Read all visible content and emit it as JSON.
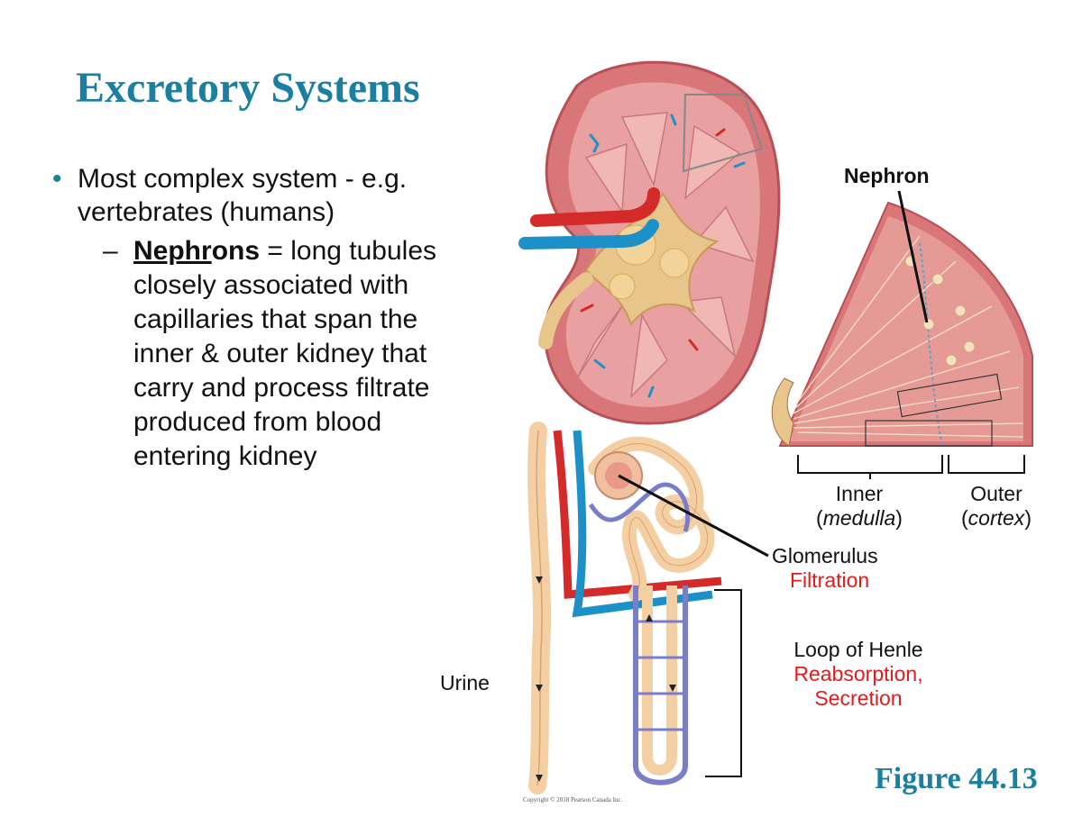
{
  "slide": {
    "title": "Excretory Systems",
    "bullet1": {
      "marker": "•",
      "lines": [
        "Most complex system - e.g.",
        "vertebrates (humans)"
      ]
    },
    "bullet2": {
      "marker": "–",
      "term_underlined": "Nephr",
      "term_rest": "ons",
      "lines": [
        " = long tubules",
        "closely associated with",
        "capillaries that span the",
        "inner & outer kidney that",
        "carry and process filtrate",
        "produced from blood",
        "entering kidney"
      ]
    },
    "figure_label": "Figure 44.13"
  },
  "diagram": {
    "nephron_label": "Nephron",
    "inner_label": "Inner",
    "inner_sub": "medulla",
    "outer_label": "Outer",
    "outer_sub": "cortex",
    "glomerulus_label": "Glomerulus",
    "glomerulus_function": "Filtration",
    "loop_label": "Loop of Henle",
    "loop_function_1": "Reabsorption,",
    "loop_function_2": "Secretion",
    "urine_label": "Urine",
    "copyright": "Copyright © 2018 Pearson Canada Inc."
  },
  "colors": {
    "title": "#1a7fa0",
    "function_text": "#e21c1c",
    "kidney_tissue": "#d9767a",
    "artery": "#d42a2a",
    "vein": "#1e90c8",
    "tubule": "#f3cfa3"
  }
}
